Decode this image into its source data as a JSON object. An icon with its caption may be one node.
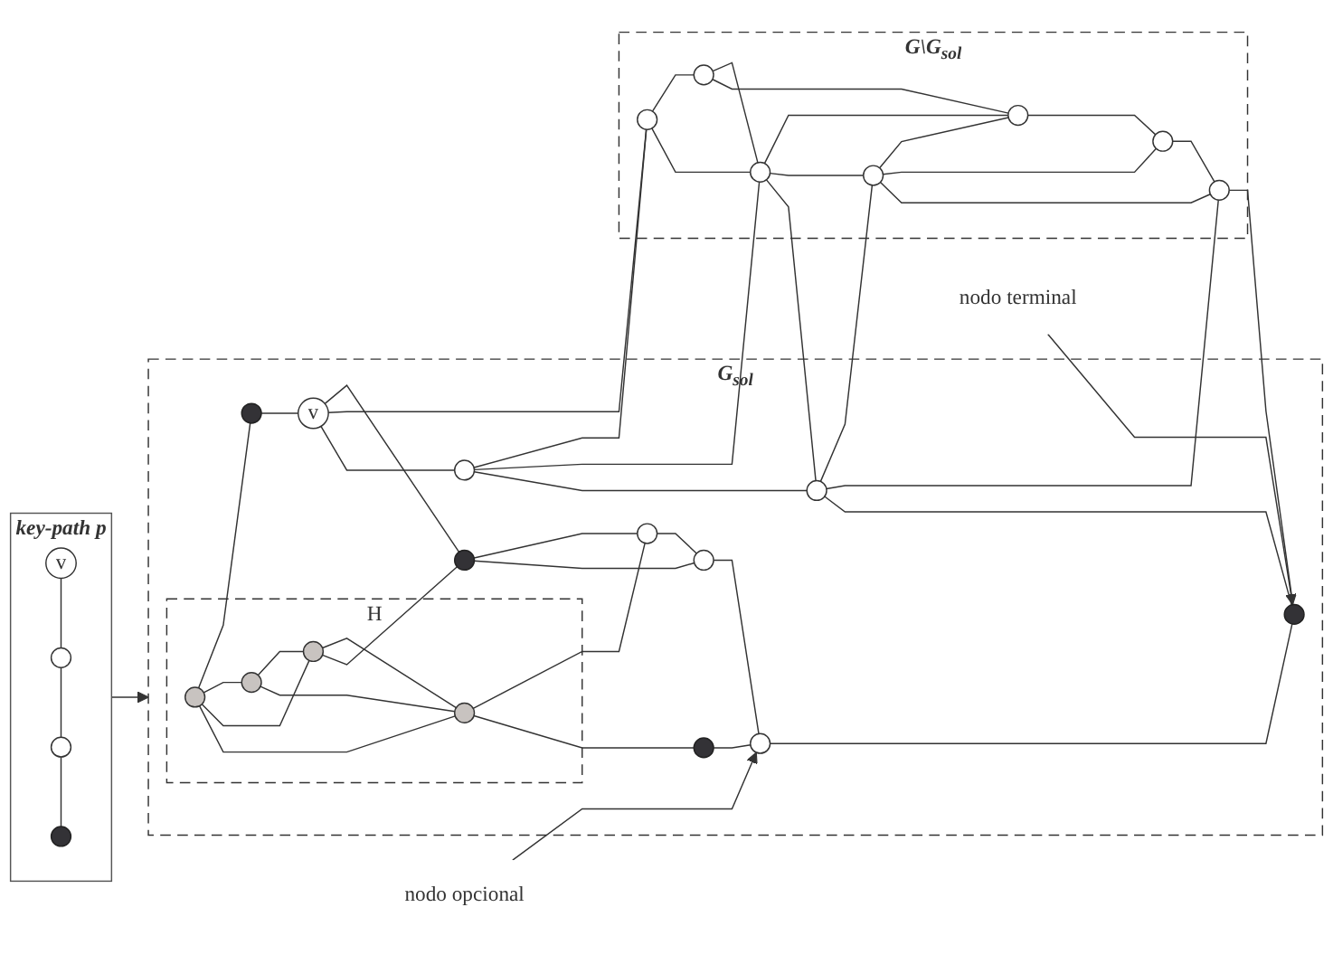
{
  "diagram": {
    "nodes": [
      {
        "text": [
          "G$_{sol}$"
        ]
      },
      {
        "text": [
          "H"
        ],
        "in": 0
      },
      {
        "text": [],
        "shape": "circle",
        "in": 1
      },
      {
        "text": [],
        "shape": "circle",
        "in": 1
      },
      {
        "text": [],
        "shape": "circle",
        "in": 1
      },
      {
        "text": [],
        "shape": "circle",
        "in": 1
      },
      {
        "text": [],
        "shape": "circle",
        "in": 0
      },
      {
        "text": [
          "v"
        ],
        "in": 0
      },
      {
        "text": [],
        "shape": "circle",
        "in": 0
      },
      {
        "text": [],
        "shape": "circle",
        "in": 0
      },
      {
        "text": [],
        "shape": "circle",
        "in": 0
      },
      {
        "text": [],
        "shape": "circle",
        "in": 0
      },
      {
        "text": [],
        "shape": "circle",
        "in": 0
      },
      {
        "text": [],
        "shape": "circle",
        "in": 0
      },
      {
        "text": [],
        "shape": "circle",
        "in": 0
      },
      {
        "text": [],
        "shape": "circle",
        "in": 0
      },
      {
        "text": [
          "G\\G$_{sol}$"
        ]
      },
      {
        "text": [],
        "shape": "circle",
        "in": 16
      },
      {
        "text": [],
        "shape": "circle",
        "in": 16
      },
      {
        "text": [],
        "shape": "circle",
        "in": 16
      },
      {
        "text": [],
        "shape": "circle",
        "in": 16
      },
      {
        "text": [],
        "shape": "circle",
        "in": 16
      },
      {
        "text": [],
        "shape": "circle",
        "in": 16
      },
      {
        "text": [],
        "shape": "circle",
        "in": 16
      },
      {
        "text": [
          "key-path p"
        ]
      },
      {
        "text": [
          "v"
        ],
        "in": 24
      },
      {
        "text": [],
        "shape": "circle",
        "in": 24
      },
      {
        "text": [],
        "shape": "circle",
        "in": 24
      },
      {
        "text": [],
        "shape": "circle",
        "in": 24
      },
      {
        "text": [
          "nodo opcional"
        ]
      },
      {
        "text": [
          "nodo terminal"
        ]
      }
    ],
    "edges": [
      {
        "from": 2,
        "to": 6,
        "arrow": "none"
      },
      {
        "from": 2,
        "to": 3,
        "arrow": "none"
      },
      {
        "from": 2,
        "to": 4,
        "arrow": "none"
      },
      {
        "from": 2,
        "to": 5,
        "arrow": "none"
      },
      {
        "from": 3,
        "to": 4,
        "arrow": "none"
      },
      {
        "from": 3,
        "to": 5,
        "arrow": "none"
      },
      {
        "from": 4,
        "to": 5,
        "arrow": "none"
      },
      {
        "from": 4,
        "to": 8,
        "arrow": "none"
      },
      {
        "from": 5,
        "to": 9,
        "arrow": "none"
      },
      {
        "from": 5,
        "to": 11,
        "arrow": "none"
      },
      {
        "from": 6,
        "to": 7,
        "arrow": "none"
      },
      {
        "from": 7,
        "to": 8,
        "arrow": "none"
      },
      {
        "from": 8,
        "to": 9,
        "arrow": "none"
      },
      {
        "from": 8,
        "to": 10,
        "arrow": "none"
      },
      {
        "from": 9,
        "to": 10,
        "arrow": "none"
      },
      {
        "from": 10,
        "to": 12,
        "arrow": "none"
      },
      {
        "from": 11,
        "to": 12,
        "arrow": "none"
      },
      {
        "from": 12,
        "to": 13,
        "arrow": "none"
      },
      {
        "from": 7,
        "to": 17,
        "arrow": "none"
      },
      {
        "from": 7,
        "to": 14,
        "arrow": "none"
      },
      {
        "from": 14,
        "to": 17,
        "arrow": "none"
      },
      {
        "from": 14,
        "to": 19,
        "arrow": "none"
      },
      {
        "from": 14,
        "to": 15,
        "arrow": "none"
      },
      {
        "from": 17,
        "to": 18,
        "arrow": "none"
      },
      {
        "from": 17,
        "to": 19,
        "arrow": "none"
      },
      {
        "from": 18,
        "to": 19,
        "arrow": "none"
      },
      {
        "from": 18,
        "to": 20,
        "arrow": "none"
      },
      {
        "from": 19,
        "to": 20,
        "arrow": "none"
      },
      {
        "from": 19,
        "to": 21,
        "arrow": "none"
      },
      {
        "from": 19,
        "to": 15,
        "arrow": "none"
      },
      {
        "from": 15,
        "to": 21,
        "arrow": "none"
      },
      {
        "from": 15,
        "to": 23,
        "arrow": "none"
      },
      {
        "from": 15,
        "to": 13,
        "arrow": "none"
      },
      {
        "from": 21,
        "to": 20,
        "arrow": "none"
      },
      {
        "from": 21,
        "to": 22,
        "arrow": "none"
      },
      {
        "from": 21,
        "to": 23,
        "arrow": "none"
      },
      {
        "from": 20,
        "to": 22,
        "arrow": "none"
      },
      {
        "from": 22,
        "to": 23,
        "arrow": "none"
      },
      {
        "from": 23,
        "to": 13,
        "arrow": "none"
      },
      {
        "from": 25,
        "to": 26,
        "arrow": "none"
      },
      {
        "from": 26,
        "to": 27,
        "arrow": "none"
      },
      {
        "from": 27,
        "to": 28,
        "arrow": "none"
      },
      {
        "from": 24,
        "to": 0,
        "arrow": "to"
      },
      {
        "from": 29,
        "to": 12,
        "arrow": "to"
      },
      {
        "from": 30,
        "to": 13,
        "arrow": "to"
      }
    ]
  }
}
